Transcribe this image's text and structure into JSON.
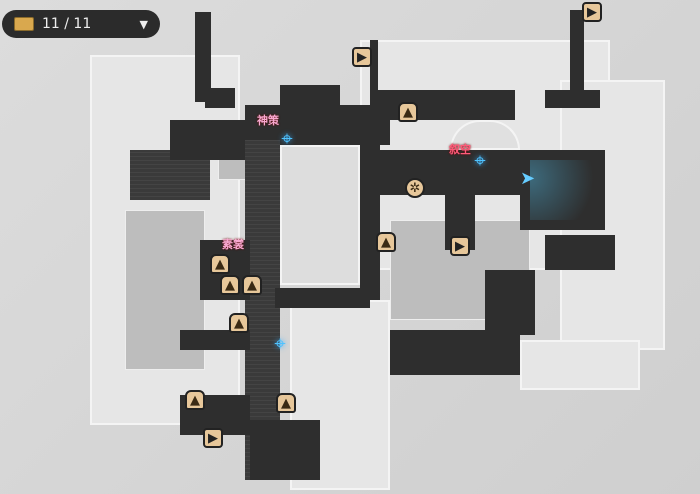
{
  "chest_counter": {
    "icon": "treasure-chest-icon",
    "found": "11",
    "total": "11",
    "text": "11 / 11",
    "dropdown_icon": "caret-down-icon"
  },
  "map_labels": [
    "神策",
    "叙空",
    "素裳"
  ],
  "markers": {
    "bell": "bell-icon",
    "door": "exit-door-icon",
    "teleport": "space-anchor-icon",
    "player": "player-arrow-icon"
  },
  "colors": {
    "walkable": "#2e2e2e",
    "label": "#f7a8d0",
    "teleport": "#4fc3ff",
    "marker": "#e7c79a"
  }
}
